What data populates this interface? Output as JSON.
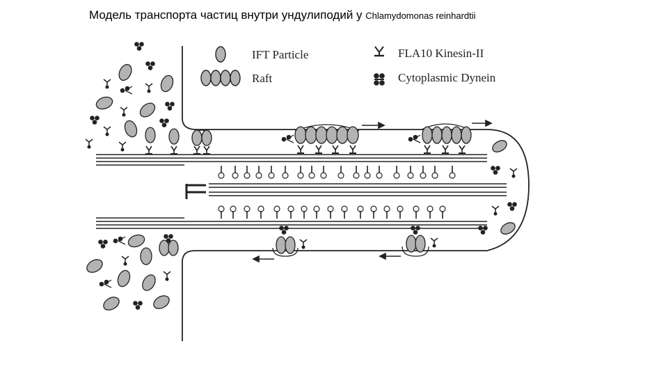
{
  "slide": {
    "title_main": "Модель транспорта частиц внутри ундулиподий у",
    "title_species": "Chlamydomonas reinhardtii"
  },
  "legend": {
    "ift_particle": "IFT Particle",
    "raft": "Raft",
    "kinesin": "FLA10 Kinesin-II",
    "dynein": "Cytoplasmic Dynein"
  },
  "colors": {
    "particle_fill": "#b3b3b3",
    "ink": "#222222"
  }
}
